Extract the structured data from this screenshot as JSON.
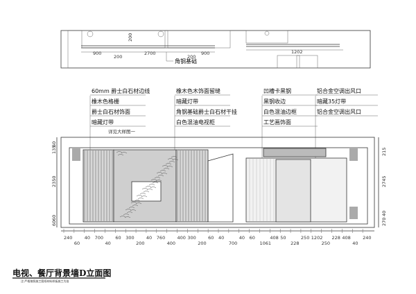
{
  "plan": {
    "label": "角钢基础",
    "dims_left": [
      "900",
      "200",
      "2700",
      "200",
      "900"
    ],
    "dims_right": [
      "1202"
    ],
    "dim_vertical": "200"
  },
  "annotations": {
    "col1": [
      "60mm 爵士白石材边线",
      "橡木色格栅",
      "爵士白石材饰面",
      "暗藏灯带"
    ],
    "col1_detail": "详见大样图一",
    "col2": [
      "橡木色木饰面留缝",
      "暗藏灯带",
      "角钢基础爵士白石材干挂",
      "白色混油电视柜"
    ],
    "col3": [
      "凹槽卡黑钢",
      "黑钢收边",
      "白色混油边框",
      "工艺画饰面"
    ],
    "col4": [
      "铝合金空调出风口",
      "暗藏35灯带",
      "铝合金空调出风口"
    ]
  },
  "dims": {
    "bottom": [
      "240",
      "60",
      "40",
      "700",
      "40",
      "60",
      "300",
      "200",
      "40",
      "760",
      "400",
      "400",
      "300",
      "200",
      "60",
      "40",
      "700",
      "40",
      "60",
      "1061",
      "408",
      "50",
      "228",
      "250",
      "1202",
      "250",
      "228",
      "408",
      "40",
      "240"
    ],
    "left": [
      "60",
      "135",
      "2350",
      "60",
      "60"
    ],
    "right": [
      "215",
      "2745",
      "40",
      "270"
    ]
  },
  "title": {
    "main": "电视、餐厅背景墙D立面图",
    "sub": "注:严格按照施工图纸材料样板施工为准"
  }
}
